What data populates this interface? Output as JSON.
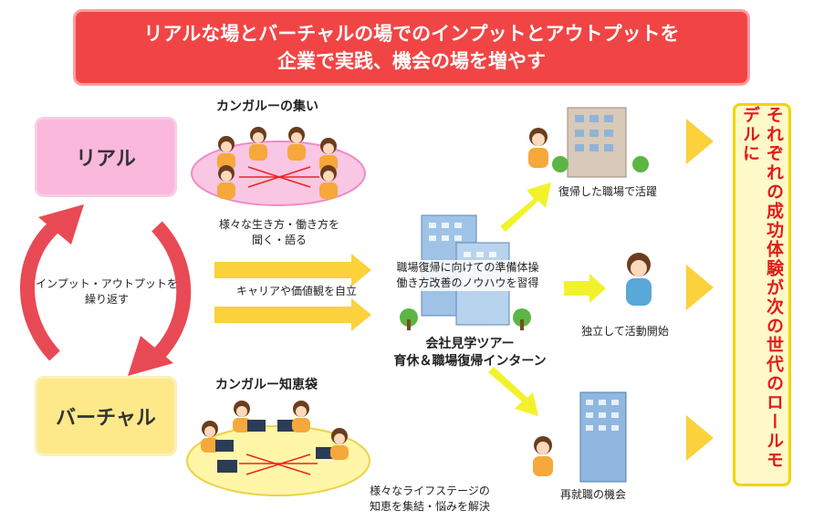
{
  "banner": {
    "line1": "リアルな場とバーチャルの場でのインプットとアウトプットを",
    "line2": "企業で実践、機会の場を増やす"
  },
  "left": {
    "real_label": "リアル",
    "virtual_label": "バーチャル",
    "cycle_line1": "インプット・アウトプットを",
    "cycle_line2": "繰り返す"
  },
  "real_group": {
    "heading": "カンガルーの集い",
    "caption_line1": "様々な生き方・働き方を",
    "caption_line2": "聞く・語る"
  },
  "virtual_group": {
    "heading": "カンガルー知恵袋",
    "caption_line1": "様々なライフステージの",
    "caption_line2": "知恵を集結・悩みを解決"
  },
  "middle": {
    "arrow_label": "キャリアや価値観を自立",
    "prep_line1": "職場復帰に向けての準備体操",
    "prep_line2": "働き方改善のノウハウを習得",
    "program_line1": "会社見学ツアー",
    "program_line2": "育休＆職場復帰インターン"
  },
  "outcomes": {
    "return": "復帰した職場で活躍",
    "independent": "独立して活動開始",
    "reemploy": "再就職の機会"
  },
  "result": {
    "text": "それぞれの成功体験が次の世代のロールモデルに"
  },
  "colors": {
    "banner": "#f14545",
    "real": "#f9b8dc",
    "virtual": "#fde98a",
    "arrow": "#fbd13c",
    "green_arrow": "#f2f22c",
    "cycle": "#e84a55",
    "result_text": "#e21b1b"
  }
}
